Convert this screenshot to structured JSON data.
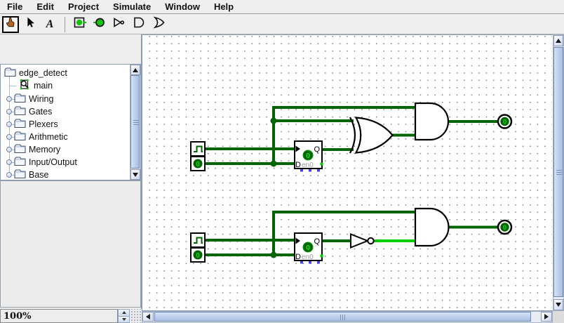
{
  "menu": {
    "items": [
      "File",
      "Edit",
      "Project",
      "Simulate",
      "Window",
      "Help"
    ]
  },
  "main_toolbar": {
    "text_tool_glyph": "A",
    "tools": [
      {
        "name": "poke-tool",
        "selected": true
      },
      {
        "name": "edit-selection-tool",
        "selected": false
      },
      {
        "name": "text-tool",
        "selected": false
      },
      {
        "name": "add-input-pin-tool",
        "selected": false
      },
      {
        "name": "add-output-pin-tool",
        "selected": false
      },
      {
        "name": "add-not-gate-tool",
        "selected": false
      },
      {
        "name": "add-and-gate-tool",
        "selected": false
      },
      {
        "name": "add-or-gate-tool",
        "selected": false
      }
    ]
  },
  "project_toolbar": {
    "buttons": [
      "edit-layout-tool",
      "simulate-hierarchy-tool",
      "view-toolbox",
      "view-appearance"
    ],
    "circuit_buttons": [
      "add-circuit",
      "move-circuit-up",
      "move-circuit-down",
      "remove-circuit"
    ],
    "remove_disabled": true
  },
  "explorer": {
    "items": [
      {
        "label": "edge_detect",
        "icon": "project-folder",
        "level": 0
      },
      {
        "label": "main",
        "icon": "circuit",
        "level": 1
      },
      {
        "label": "Wiring",
        "icon": "library-folder",
        "level": 1
      },
      {
        "label": "Gates",
        "icon": "library-folder",
        "level": 1
      },
      {
        "label": "Plexers",
        "icon": "library-folder",
        "level": 1
      },
      {
        "label": "Arithmetic",
        "icon": "library-folder",
        "level": 1
      },
      {
        "label": "Memory",
        "icon": "library-folder",
        "level": 1
      },
      {
        "label": "Input/Output",
        "icon": "library-folder",
        "level": 1
      },
      {
        "label": "Base",
        "icon": "library-folder",
        "level": 1
      }
    ]
  },
  "status_bar": {
    "zoom_level": "100%"
  },
  "circuit": {
    "wire_low_color": "#006400",
    "wire_high_color": "#00CE00",
    "ff": {
      "q": "Q",
      "d": "D",
      "en": "en0",
      "state": "0"
    },
    "input_value": "0",
    "output_value": "0",
    "components": [
      "clock-input x2",
      "input-pin(0) x2",
      "d-flip-flop(state 0) x2",
      "xor-gate",
      "not-gate(out 1)",
      "and-gate x2",
      "output-pin(0) x2"
    ]
  }
}
